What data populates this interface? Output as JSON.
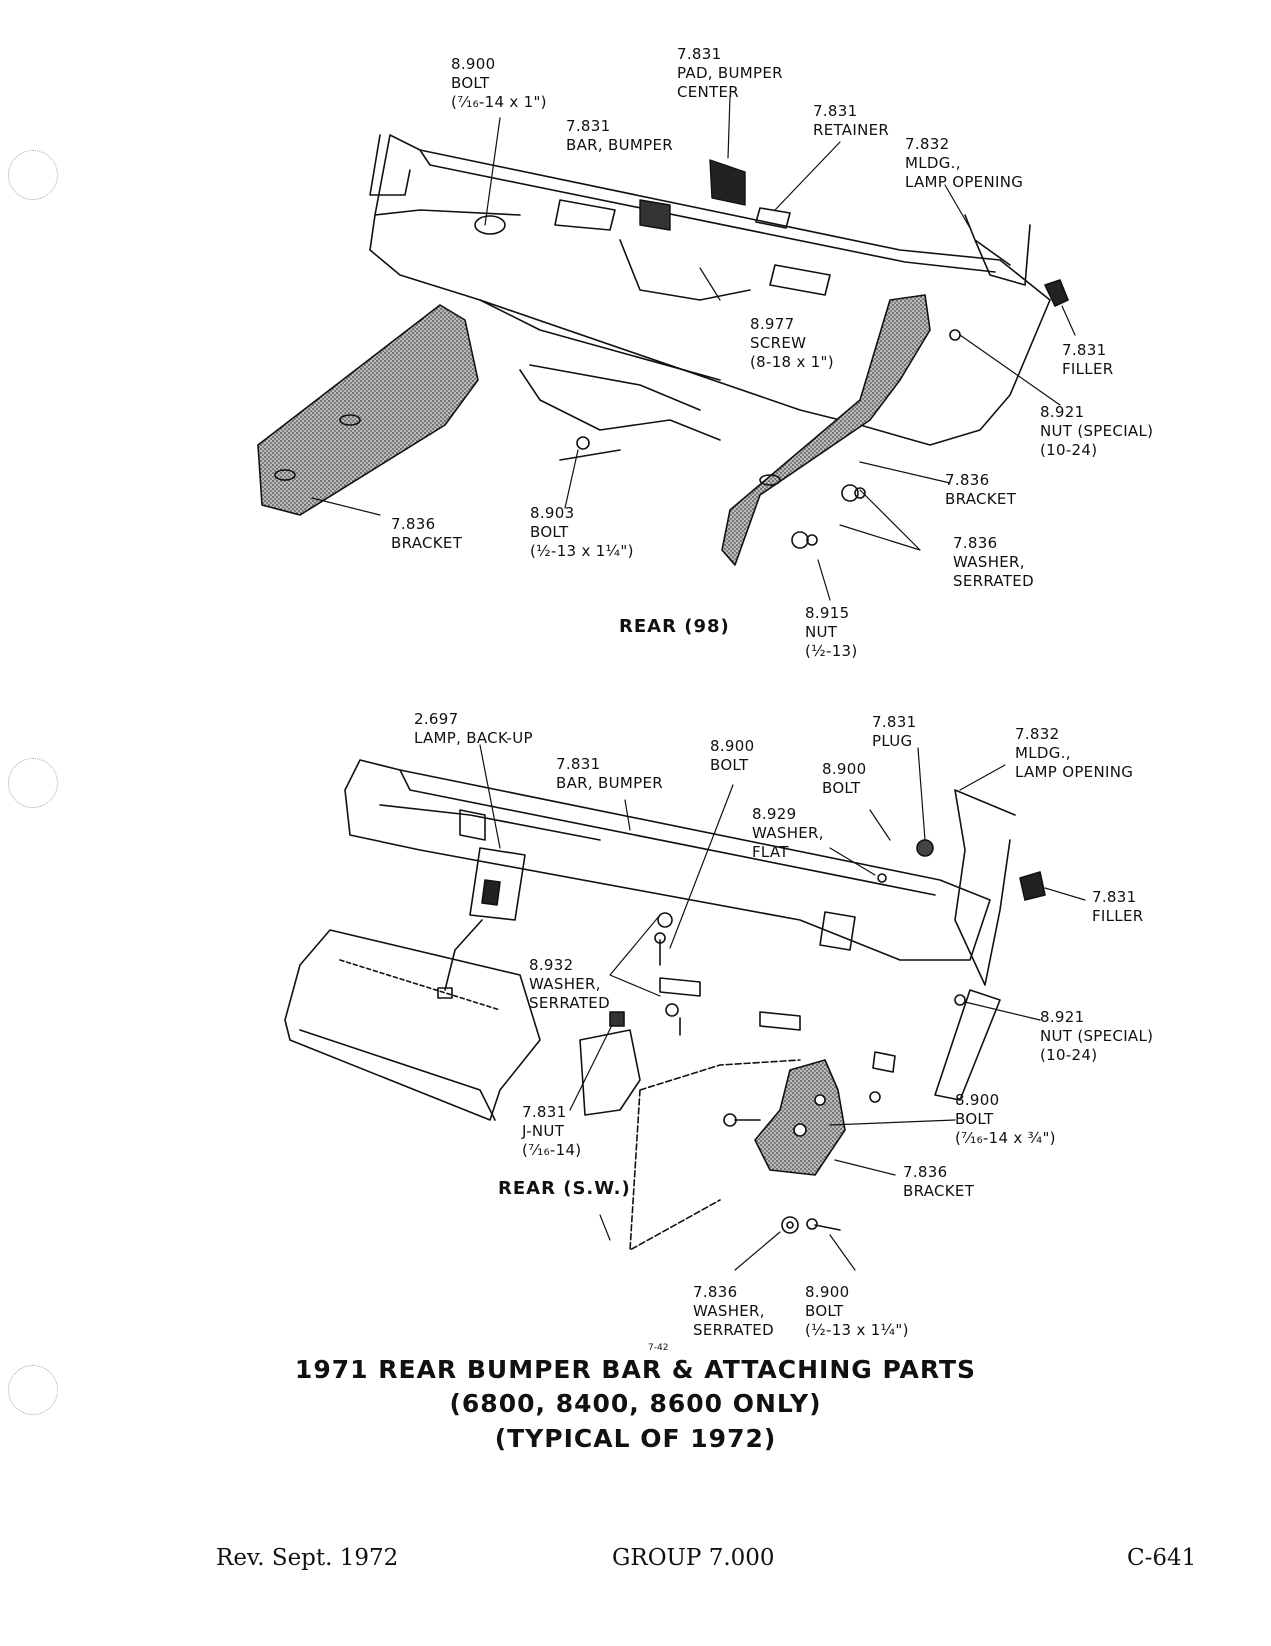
{
  "figure_top": {
    "section_label": "REAR (98)",
    "callouts": [
      {
        "id": "bolt-8900",
        "text": "8.900\nBOLT\n(⁷⁄₁₆-14 x 1\")"
      },
      {
        "id": "pad-7831",
        "text": "7.831\nPAD, BUMPER\nCENTER"
      },
      {
        "id": "bar-7831",
        "text": "7.831\nBAR, BUMPER"
      },
      {
        "id": "retainer-7831",
        "text": "7.831\nRETAINER"
      },
      {
        "id": "mldg-7832",
        "text": "7.832\nMLDG.,\nLAMP OPENING"
      },
      {
        "id": "screw-8977",
        "text": "8.977\nSCREW\n(8-18 x 1\")"
      },
      {
        "id": "filler-7831",
        "text": "7.831\nFILLER"
      },
      {
        "id": "nut-8921",
        "text": "8.921\nNUT (SPECIAL)\n(10-24)"
      },
      {
        "id": "bracket-right-7836",
        "text": "7.836\nBRACKET"
      },
      {
        "id": "bracket-left-7836",
        "text": "7.836\nBRACKET"
      },
      {
        "id": "bolt-8903",
        "text": "8.903\nBOLT\n(½-13 x 1¼\")"
      },
      {
        "id": "washer-7836",
        "text": "7.836\nWASHER,\nSERRATED"
      },
      {
        "id": "nut-8915",
        "text": "8.915\nNUT\n(½-13)"
      }
    ]
  },
  "figure_bottom": {
    "section_label": "REAR (S.W.)",
    "callouts": [
      {
        "id": "lamp-2697",
        "text": "2.697\nLAMP, BACK-UP"
      },
      {
        "id": "bar-7831",
        "text": "7.831\nBAR, BUMPER"
      },
      {
        "id": "bolt-8900-a",
        "text": "8.900\nBOLT"
      },
      {
        "id": "plug-7831",
        "text": "7.831\nPLUG"
      },
      {
        "id": "bolt-8900-b",
        "text": "8.900\nBOLT"
      },
      {
        "id": "mldg-7832",
        "text": "7.832\nMLDG.,\nLAMP OPENING"
      },
      {
        "id": "washer-8929",
        "text": "8.929\nWASHER,\nFLAT"
      },
      {
        "id": "filler-7831",
        "text": "7.831\nFILLER"
      },
      {
        "id": "washer-8932",
        "text": "8.932\nWASHER,\nSERRATED"
      },
      {
        "id": "nut-8921",
        "text": "8.921\nNUT (SPECIAL)\n(10-24)"
      },
      {
        "id": "jnut-7831",
        "text": "7.831\nJ-NUT\n(⁷⁄₁₆-14)"
      },
      {
        "id": "bolt-8900-c",
        "text": "8.900\nBOLT\n(⁷⁄₁₆-14 x ¾\")"
      },
      {
        "id": "bracket-7836",
        "text": "7.836\nBRACKET"
      },
      {
        "id": "washer-7836",
        "text": "7.836\nWASHER,\nSERRATED"
      },
      {
        "id": "bolt-8900-d",
        "text": "8.900\nBOLT\n(½-13 x 1¼\")"
      }
    ]
  },
  "figure_number": "7-42",
  "title": {
    "line1": "1971 REAR BUMPER BAR & ATTACHING PARTS",
    "line2": "(6800, 8400, 8600 ONLY)",
    "line3": "(TYPICAL OF 1972)"
  },
  "footer": {
    "revision": "Rev. Sept. 1972",
    "group": "GROUP 7.000",
    "page": "C-641"
  }
}
